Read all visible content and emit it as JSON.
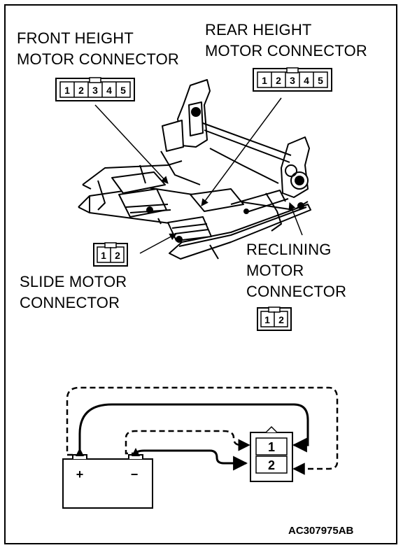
{
  "labels": {
    "front_height": [
      "FRONT HEIGHT",
      "MOTOR CONNECTOR"
    ],
    "rear_height": [
      "REAR HEIGHT",
      "MOTOR CONNECTOR"
    ],
    "slide": [
      "SLIDE MOTOR",
      "CONNECTOR"
    ],
    "reclining": [
      "RECLINING",
      "MOTOR",
      "CONNECTOR"
    ]
  },
  "connectors": {
    "five_pin": [
      "1",
      "2",
      "3",
      "4",
      "5"
    ],
    "two_pin": [
      "1",
      "2"
    ]
  },
  "battery": {
    "positive": "+",
    "negative": "−"
  },
  "test_connector_pins": [
    "1",
    "2"
  ],
  "figure_code": "AC307975AB"
}
